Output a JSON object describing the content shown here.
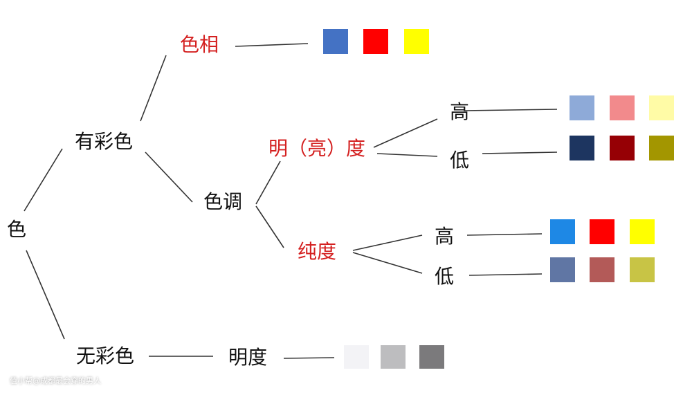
{
  "nodes": {
    "root": "色",
    "chromatic": "有彩色",
    "achromatic": "无彩色",
    "hue": "色相",
    "tone": "色调",
    "lightness": "明（亮）度",
    "saturation": "纯度",
    "achromatic_lightness": "明度",
    "lightness_high": "高",
    "lightness_low": "低",
    "saturation_high": "高",
    "saturation_low": "低"
  },
  "swatches": {
    "hue": [
      "#4472c4",
      "#ff0000",
      "#ffff00"
    ],
    "lightness_high": [
      "#8eaad8",
      "#f28a8c",
      "#fffba6"
    ],
    "lightness_low": [
      "#1d3560",
      "#960005",
      "#a39600"
    ],
    "saturation_high": [
      "#1e88e5",
      "#ff0000",
      "#ffff00"
    ],
    "saturation_low": [
      "#6076a4",
      "#b35a58",
      "#c8c445"
    ],
    "achromatic": [
      "#f3f3f6",
      "#bdbdbf",
      "#7b7a7c"
    ]
  },
  "accent_color": "#d42020",
  "watermark": "值小帮@成都最会穿的男人"
}
